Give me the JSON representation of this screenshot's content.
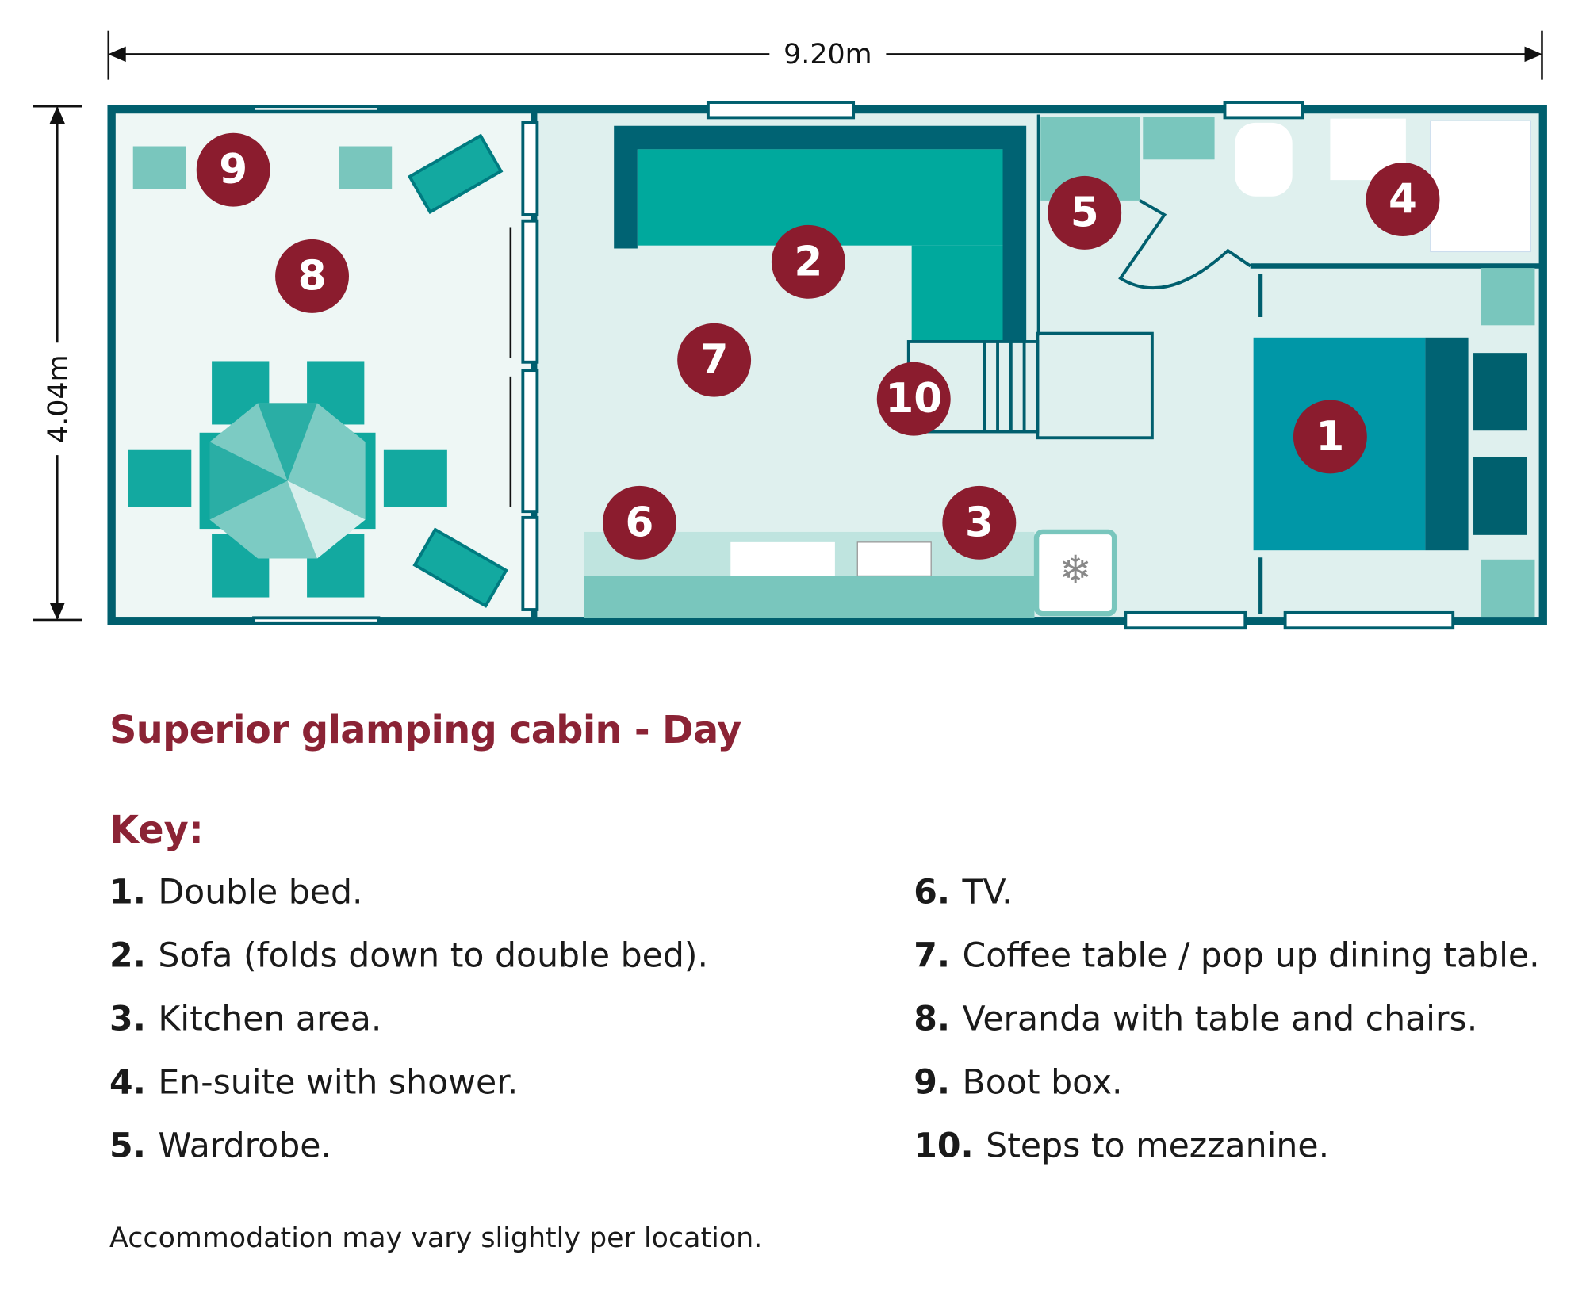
{
  "dimensions": {
    "width": "9.20m",
    "depth": "4.04m"
  },
  "markers": [
    "1",
    "2",
    "3",
    "4",
    "5",
    "6",
    "7",
    "8",
    "9",
    "10"
  ],
  "title": "Superior glamping cabin - Day",
  "key_label": "Key:",
  "key_items": [
    {
      "num": "1.",
      "text": "Double bed."
    },
    {
      "num": "2.",
      "text": "Sofa (folds down to double bed)."
    },
    {
      "num": "3.",
      "text": "Kitchen area."
    },
    {
      "num": "4.",
      "text": "En-suite with shower."
    },
    {
      "num": "5.",
      "text": "Wardrobe."
    },
    {
      "num": "6.",
      "text": "TV."
    },
    {
      "num": "7.",
      "text": "Coffee table / pop up dining table."
    },
    {
      "num": "8.",
      "text": "Veranda with table and chairs."
    },
    {
      "num": "9.",
      "text": "Boot box."
    },
    {
      "num": "10.",
      "text": "Steps to mezzanine."
    }
  ],
  "note": "Accommodation may vary slightly per location.",
  "colors": {
    "wall": "#005f6e",
    "marker": "#8b1c2e",
    "title": "#8b2335",
    "sofa": "#00a99d",
    "bed": "#0097a7"
  }
}
